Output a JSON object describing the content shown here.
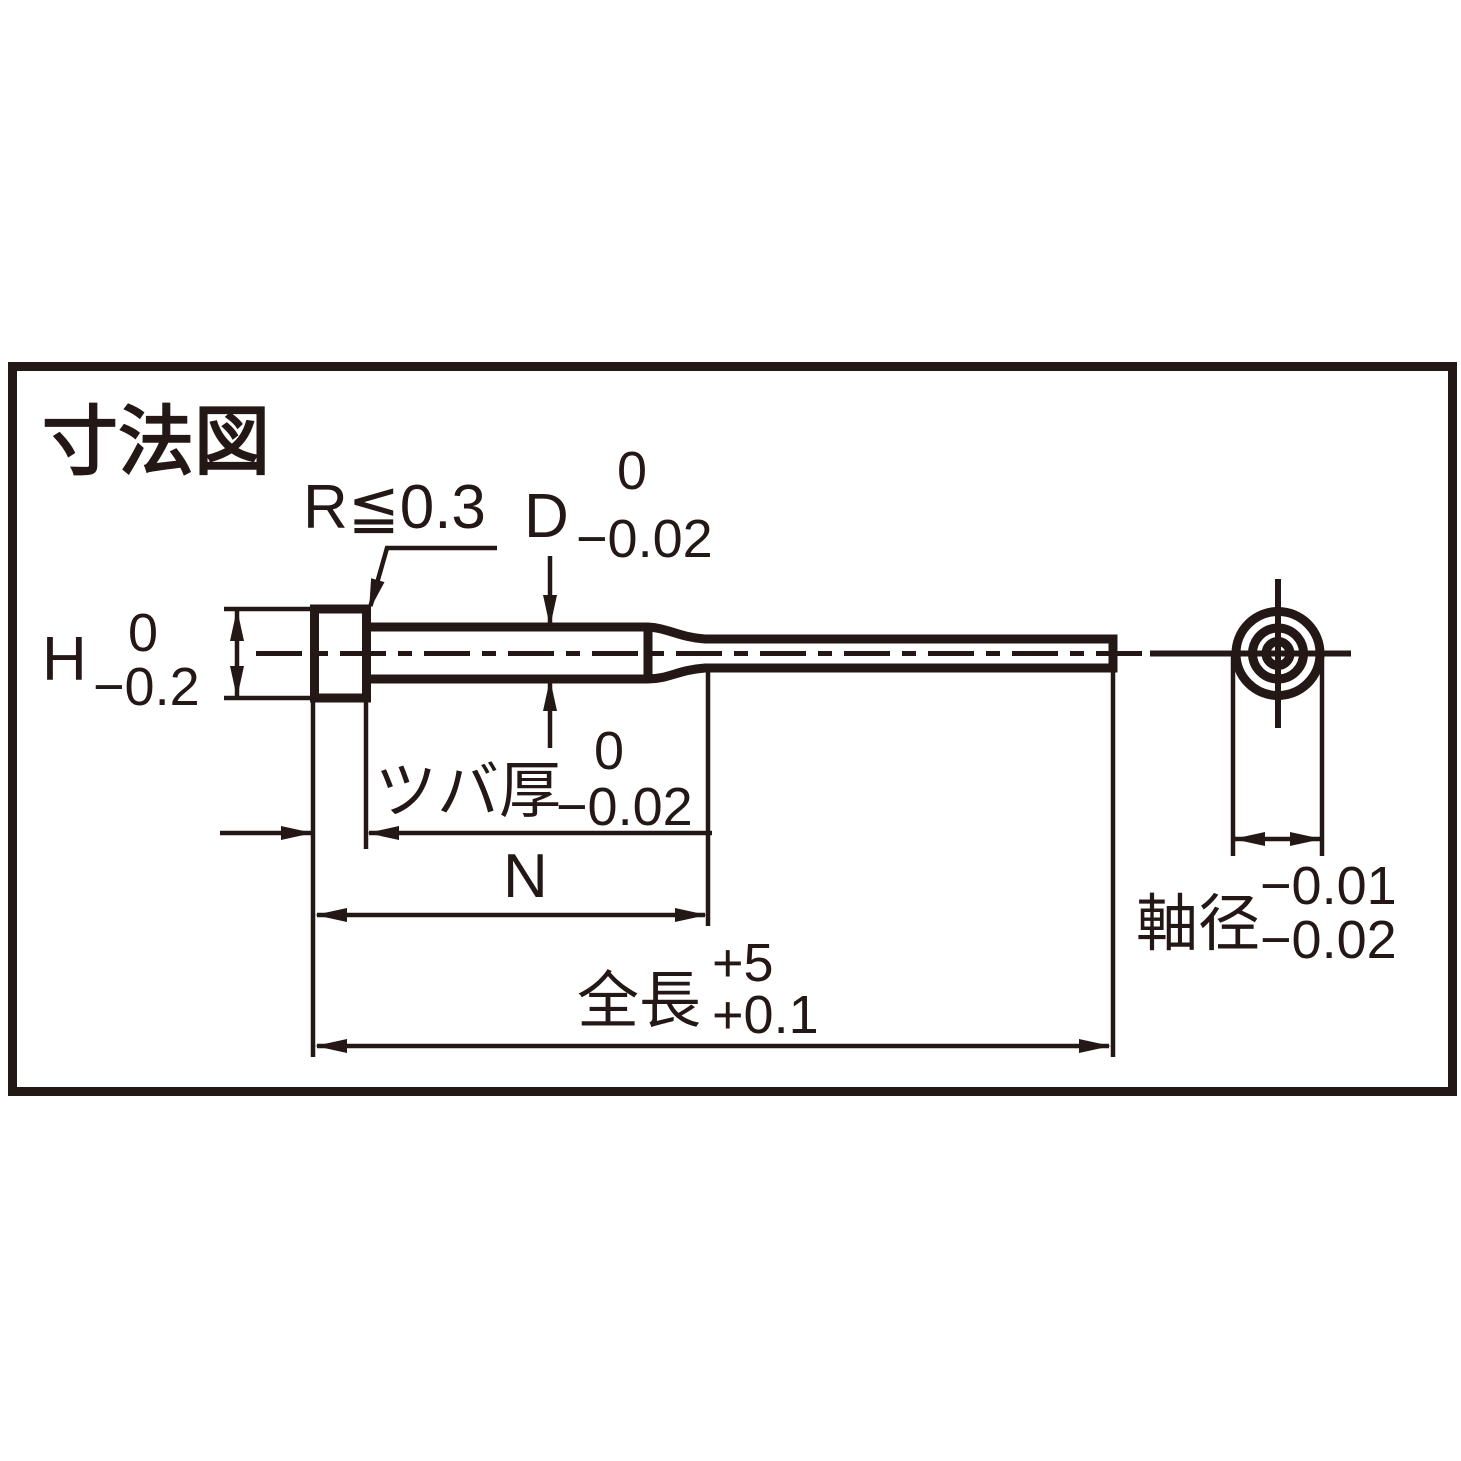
{
  "ink_color": "#231815",
  "background_color": "#ffffff",
  "title": "寸法図",
  "labels": {
    "radius_note": "R≦0.3",
    "d": {
      "name": "D",
      "tol_upper": "0",
      "tol_lower": "−0.02"
    },
    "h": {
      "name": "H",
      "tol_upper": "0",
      "tol_lower": "−0.2"
    },
    "flange_thickness": {
      "name": "ツバ厚",
      "tol_upper": "0",
      "tol_lower": "−0.02"
    },
    "n": {
      "name": "N"
    },
    "overall_length": {
      "name": "全長",
      "tol_upper": "+5",
      "tol_lower": "+0.1"
    },
    "shaft_diameter": {
      "name": "軸径",
      "tol_upper": "−0.01",
      "tol_lower": "−0.02"
    }
  }
}
